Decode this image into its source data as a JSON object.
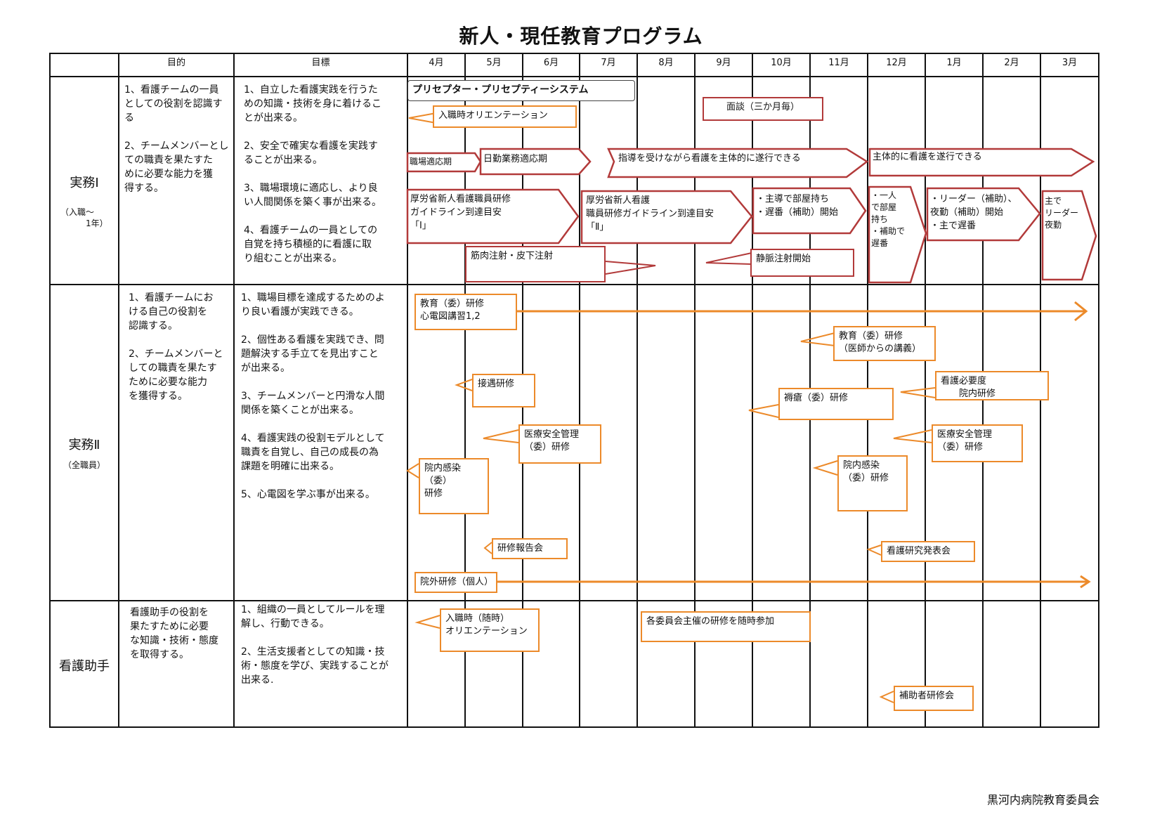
{
  "title": "新人・現任教育プログラム",
  "footer": "黒河内病院教育委員会",
  "header": {
    "purpose": "目的",
    "goal": "目標",
    "months": [
      "4月",
      "5月",
      "6月",
      "7月",
      "8月",
      "9月",
      "10月",
      "11月",
      "12月",
      "1月",
      "2月",
      "3月"
    ]
  },
  "rows": [
    {
      "label": "実務Ⅰ",
      "sub": "（入職～\n　　　1年）",
      "purpose": "1、看護チームの一員\nとしての役割を認識す\nる\n\n2、チームメンバーとし\nての職責を果たすた\nめに必要な能力を獲\n得する。",
      "goal": "1、自立した看護実践を行うた\nめの知識・技術を身に着けるこ\nとが出来る。\n\n2、安全で確実な看護を実践す\nることが出来る。\n\n3、職場環境に適応し、より良\nい人間関係を築く事が出来る。\n\n4、看護チームの一員としての\n自覚を持ち積極的に看護に取\nり組むことが出来る。"
    },
    {
      "label": "実務Ⅱ",
      "sub": "（全職員）",
      "purpose": "1、看護チームにお\nける自己の役割を\n認識する。\n\n2、チームメンバーと\nしての職責を果たす\nために必要な能力\nを獲得する。",
      "goal": "1、職場目標を達成するためのよ\nり良い看護が実践できる。\n\n2、個性ある看護を実践でき、問\n題解決する手立てを見出すこと\nが出来る。\n\n3、チームメンバーと円滑な人間\n関係を築くことが出来る。\n\n4、看護実践の役割モデルとして\n職責を自覚し、自己の成長の為\n課題を明確に出来る。\n\n5、心電図を学ぶ事が出来る。"
    },
    {
      "label": "看護助手",
      "sub": "",
      "purpose": "看護助手の役割を\n果たすために必要\nな知識・技術・態度\nを取得する。",
      "goal": "1、組織の一員としてルールを理\n解し、行動できる。\n\n2、生活支援者としての知識・技\n術・態度を学び、実践することが\n出来る."
    }
  ],
  "items": {
    "preceptor": "プリセプター・プリセプティーシステム",
    "orientation": "入職時オリエンテーション",
    "interview": "面談（三か月毎）",
    "adapt": "職場適応期",
    "daily": "日勤業務適応期",
    "guided": "指導を受けながら看護を主体的に遂行できる",
    "independent": "主体的に看護を遂行できる",
    "guideline1": "厚労省新人看護職員研修\nガイドライン到達目安\n「Ⅰ」",
    "guideline2": "厚労省新人看護\n職員研修ガイドライン到達目安\n「Ⅱ」",
    "lead": "・主導で部屋持ち\n・遅番（補助）開始",
    "solo": "・一人\nで部屋\n持ち\n・補助で\n遅番",
    "leader": "・リーダー（補助）、\n夜勤（補助）開始\n・主で遅番",
    "main": "主で\nリーダー\n夜勤",
    "im_inj": "筋肉注射・皮下注射",
    "iv_inj": "静脈注射開始",
    "edu1": "教育（委）研修\n心電図講習1,2",
    "edu2": "教育（委）研修\n（医師からの講義）",
    "reception": "接遇研修",
    "necessity": "看護必要度\n　　院内研修",
    "bedsore": "褥瘡（委）研修",
    "safety1": "医療安全管理\n（委）研修",
    "safety2": "医療安全管理\n（委）研修",
    "infect1": "院内感染（委）\n研修",
    "infect2": "院内感染\n（委）研修",
    "report": "研修報告会",
    "research": "看護研究発表会",
    "external": "院外研修（個人）",
    "orient_aide": "入職時（随時）\nオリエンテーション",
    "committee": "各委員会主催の研修を随時参加",
    "aide_training": "補助者研修会"
  },
  "colors": {
    "red": "#b23a3a",
    "orange": "#ec8a2a",
    "line": "#111111"
  }
}
